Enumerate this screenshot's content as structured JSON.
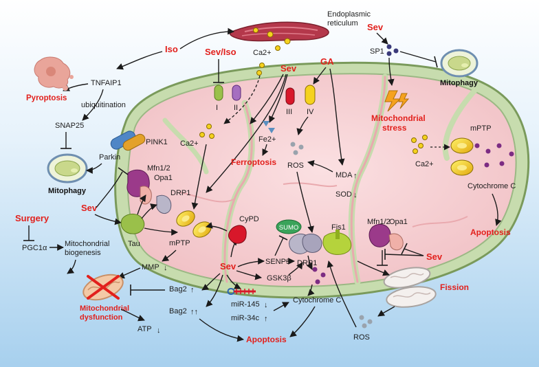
{
  "labels": {
    "iso": "Iso",
    "sev_iso": "Sev/Iso",
    "sev_top": "Sev",
    "sev_top_right": "Sev",
    "ga": "GA",
    "sev_left": "Sev",
    "surgery": "Surgery",
    "sev_bottom": "Sev",
    "sev_right": "Sev",
    "er": "Endoplasmic\nreticulum",
    "ca_er": "Ca2+",
    "sp1": "SP1",
    "mitophagy_right": "Mitophagy",
    "pyroptosis": "Pyroptosis",
    "tnfaip1": "TNFAIP1",
    "ubiquitination": "ubiquitination",
    "snap25": "SNAP25",
    "mitophagy_left": "Mitophagy",
    "pink1": "PINK1",
    "parkin": "Parkin",
    "mfn_left": "Mfn1/2",
    "opa_left": "Opa1",
    "drp1_left": "DRP1",
    "tau": "Tau",
    "mptp_center": "mPTP",
    "pgc1a": "PGC1α",
    "mito_biogenesis": "Mitochondrial\nbiogenesis",
    "mmp": "MMP",
    "bag2_1": "Bag2",
    "bag2_2": "Bag2",
    "mito_dysfunction": "Mitochondrial\ndysfunction",
    "atp": "ATP",
    "complex1": "I",
    "complex2": "II",
    "complex3": "III",
    "complex4": "IV",
    "ca_inner": "Ca2+",
    "fe": "Fe2+",
    "ferroptosis": "Ferroptosis",
    "ros_inner": "ROS",
    "mda": "MDA",
    "sod": "SOD",
    "mito_stress": "Mitochondrial\nstress",
    "mptp_right": "mPTP",
    "ca_right": "Ca2+",
    "cytc_right": "Cytochrome C",
    "apoptosis_right": "Apoptosis",
    "cypd": "CyPD",
    "sumo": "SUMO",
    "senp3": "SENP3",
    "gsk3b": "GSK3β",
    "drp1_center": "DRP1",
    "fis1": "Fis1",
    "mir145": "miR-145",
    "mir34c": "miR-34c",
    "cytc_center": "Cytochrome C",
    "apoptosis_center": "Apoptosis",
    "mfn_right": "Mfn1/2",
    "opa_right": "Opa1",
    "fission": "Fission",
    "ros_bottom": "ROS",
    "arrow_down": "↓",
    "arrow_up": "↑",
    "arrow_up_double": "↑↑"
  },
  "colors": {
    "red_text": "#e2201c",
    "mito_outer": "#bfd7a4",
    "mito_inner": "#fbe2e3",
    "mito_matrix": "#f2c6c9",
    "yellow_channel": "#f5d21e",
    "purple_dot": "#7c2c83"
  }
}
